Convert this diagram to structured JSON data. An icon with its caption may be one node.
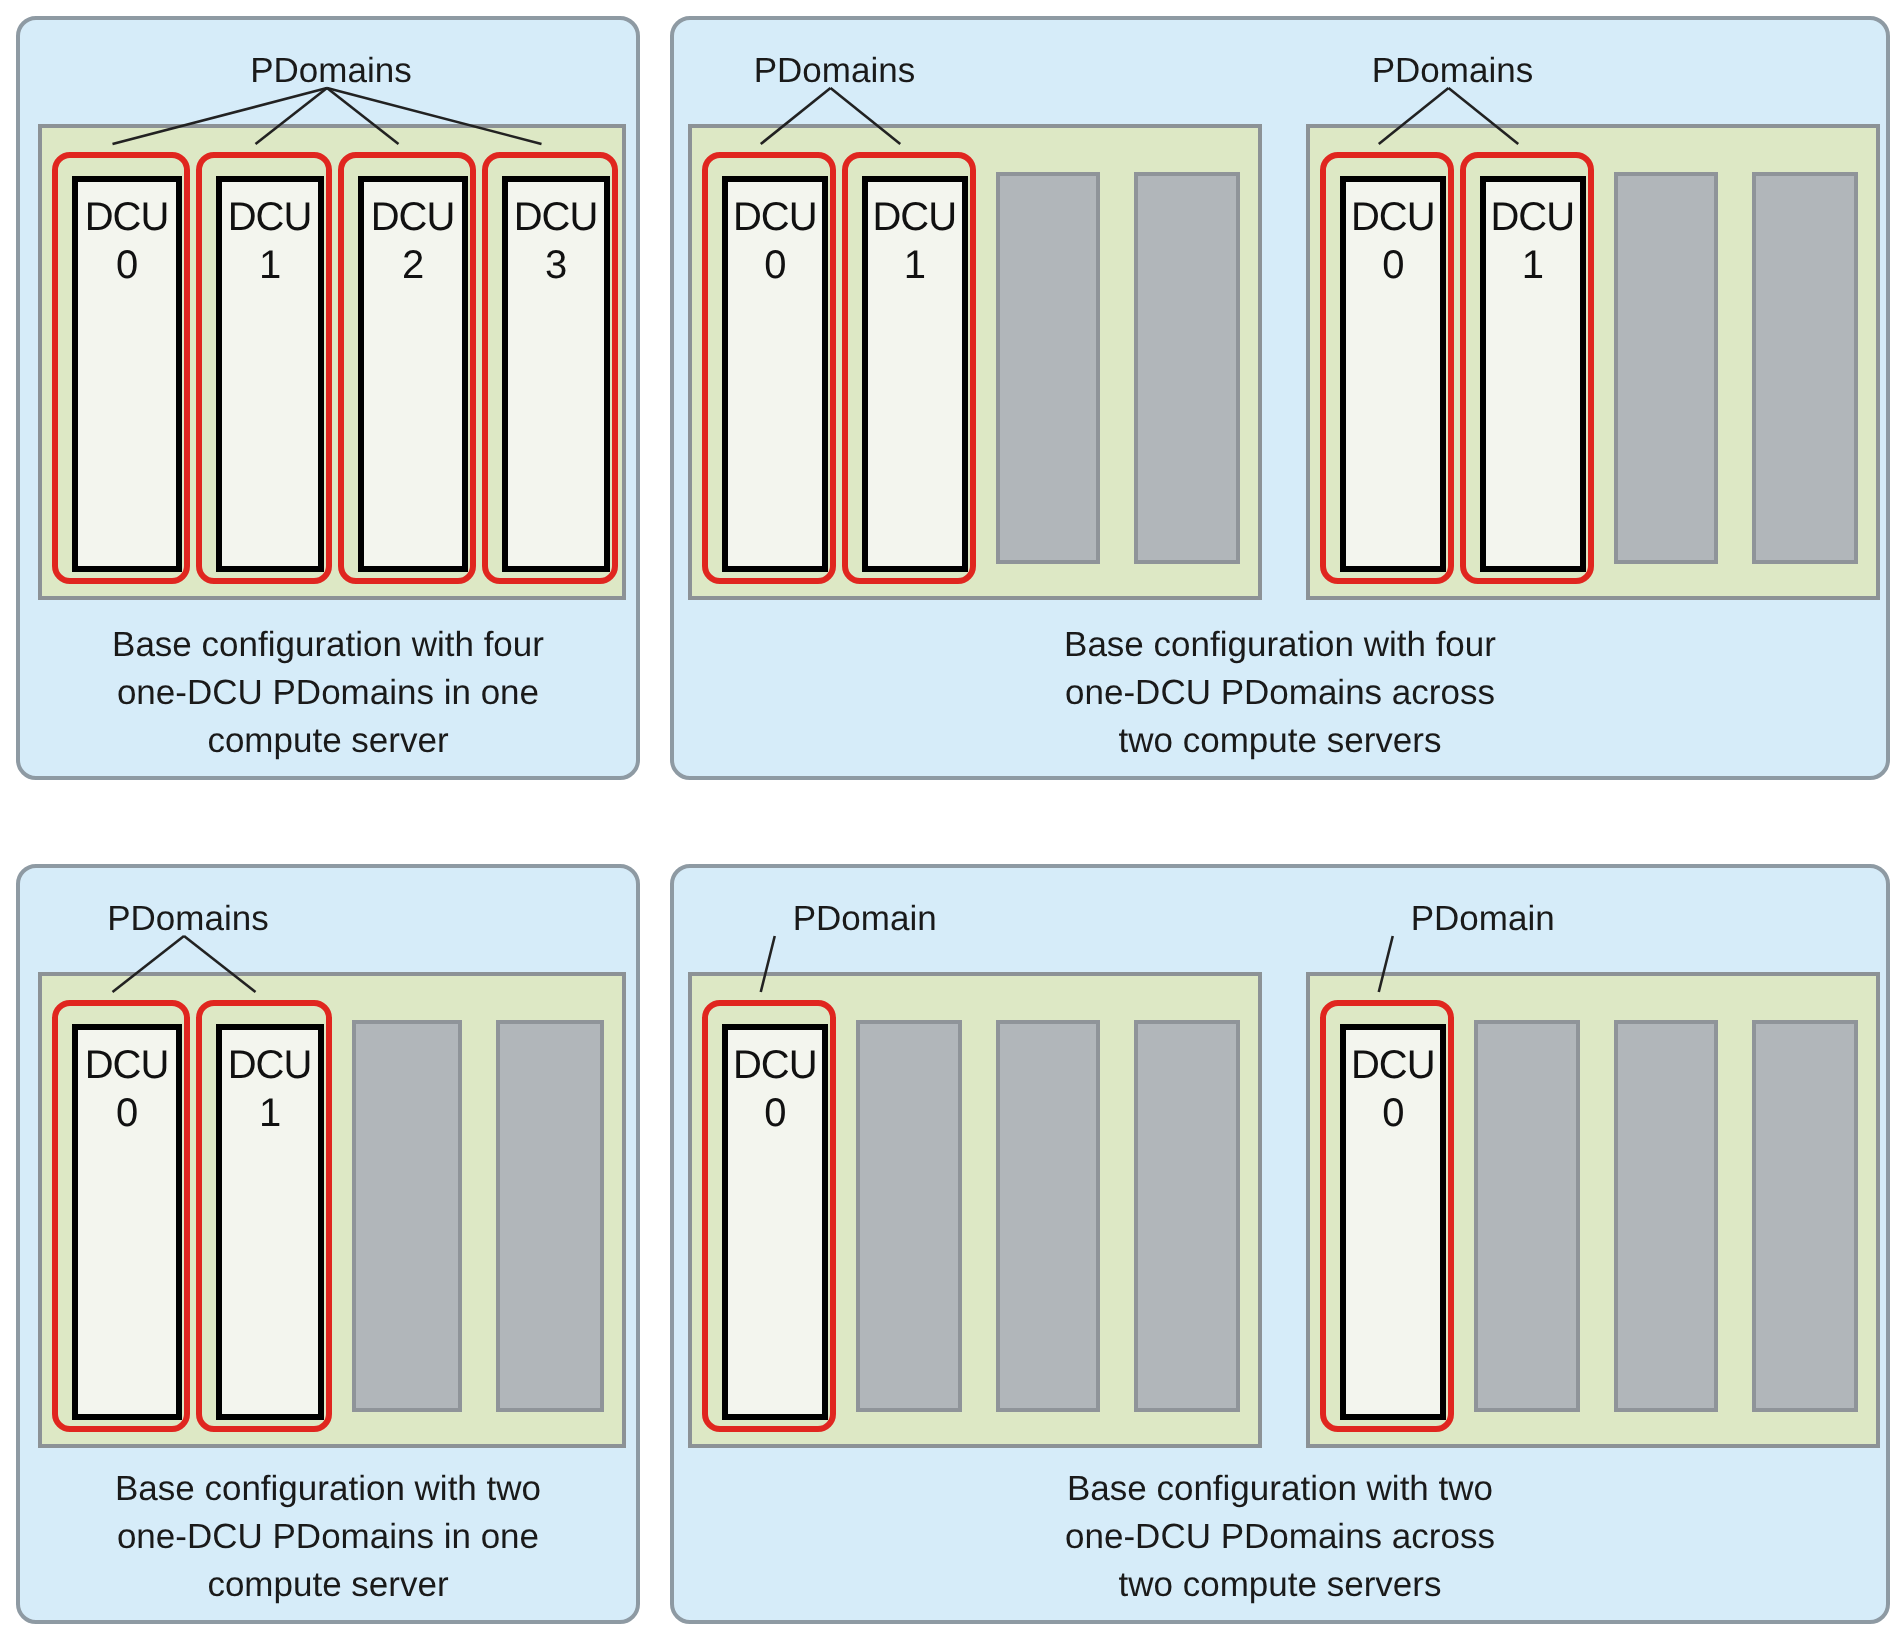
{
  "diagram": {
    "nodes": [
      {
        "text": [
          "Base configuration with four one-DCU PDomains in one compute server"
        ]
      },
      {
        "text": [
          "PDomains"
        ],
        "in": 0
      },
      {
        "text": [],
        "shape": "box",
        "in": 0
      },
      {
        "text": [],
        "shape": "box",
        "in": 2
      },
      {
        "text": [
          "DCU 0"
        ],
        "in": 3
      },
      {
        "text": [],
        "shape": "box",
        "in": 2
      },
      {
        "text": [
          "DCU 1"
        ],
        "in": 5
      },
      {
        "text": [],
        "shape": "box",
        "in": 2
      },
      {
        "text": [
          "DCU 2"
        ],
        "in": 7
      },
      {
        "text": [],
        "shape": "box",
        "in": 2
      },
      {
        "text": [
          "DCU 3"
        ],
        "in": 9
      },
      {
        "text": [
          "Base configuration with four one-DCU PDomains across two compute servers"
        ]
      },
      {
        "text": [
          "PDomains"
        ],
        "in": 11
      },
      {
        "text": [],
        "shape": "box",
        "in": 11
      },
      {
        "text": [],
        "shape": "box",
        "in": 13
      },
      {
        "text": [
          "DCU 0"
        ],
        "in": 14
      },
      {
        "text": [],
        "shape": "box",
        "in": 13
      },
      {
        "text": [
          "DCU 1"
        ],
        "in": 16
      },
      {
        "text": [],
        "shape": "bar",
        "in": 13
      },
      {
        "text": [],
        "shape": "bar",
        "in": 13
      },
      {
        "text": [
          "PDomains"
        ],
        "in": 11
      },
      {
        "text": [],
        "shape": "box",
        "in": 11
      },
      {
        "text": [],
        "shape": "box",
        "in": 21
      },
      {
        "text": [
          "DCU 0"
        ],
        "in": 22
      },
      {
        "text": [],
        "shape": "box",
        "in": 21
      },
      {
        "text": [
          "DCU 1"
        ],
        "in": 24
      },
      {
        "text": [],
        "shape": "bar",
        "in": 21
      },
      {
        "text": [],
        "shape": "bar",
        "in": 21
      },
      {
        "text": [
          "Base configuration with two one-DCU PDomains in one compute server"
        ]
      },
      {
        "text": [
          "PDomains"
        ],
        "in": 28
      },
      {
        "text": [],
        "shape": "box",
        "in": 28
      },
      {
        "text": [],
        "shape": "box",
        "in": 30
      },
      {
        "text": [
          "DCU 0"
        ],
        "in": 31
      },
      {
        "text": [],
        "shape": "box",
        "in": 30
      },
      {
        "text": [
          "DCU 1"
        ],
        "in": 33
      },
      {
        "text": [],
        "shape": "bar",
        "in": 30
      },
      {
        "text": [],
        "shape": "bar",
        "in": 30
      },
      {
        "text": [
          "Base configuration with two one-DCU PDomains across two compute servers"
        ]
      },
      {
        "text": [
          "PDomain"
        ],
        "in": 37
      },
      {
        "text": [],
        "shape": "box",
        "in": 37
      },
      {
        "text": [],
        "shape": "box",
        "in": 39
      },
      {
        "text": [
          "DCU 0"
        ],
        "in": 40
      },
      {
        "text": [],
        "shape": "bar",
        "in": 39
      },
      {
        "text": [],
        "shape": "bar",
        "in": 39
      },
      {
        "text": [],
        "shape": "bar",
        "in": 39
      },
      {
        "text": [
          "PDomain"
        ],
        "in": 37
      },
      {
        "text": [],
        "shape": "box",
        "in": 37
      },
      {
        "text": [],
        "shape": "box",
        "in": 46
      },
      {
        "text": [
          "DCU 0"
        ],
        "in": 47
      },
      {
        "text": [],
        "shape": "bar",
        "in": 46
      },
      {
        "text": [],
        "shape": "bar",
        "in": 46
      },
      {
        "text": [],
        "shape": "bar",
        "in": 46
      }
    ],
    "edges": [
      {
        "from": 1,
        "to": 3,
        "arrow": "none"
      },
      {
        "from": 1,
        "to": 5,
        "arrow": "none"
      },
      {
        "from": 1,
        "to": 7,
        "arrow": "none"
      },
      {
        "from": 1,
        "to": 9,
        "arrow": "none"
      },
      {
        "from": 12,
        "to": 14,
        "arrow": "none"
      },
      {
        "from": 12,
        "to": 16,
        "arrow": "none"
      },
      {
        "from": 20,
        "to": 22,
        "arrow": "none"
      },
      {
        "from": 20,
        "to": 24,
        "arrow": "none"
      },
      {
        "from": 29,
        "to": 31,
        "arrow": "none"
      },
      {
        "from": 29,
        "to": 33,
        "arrow": "none"
      },
      {
        "from": 38,
        "to": 40,
        "arrow": "none"
      },
      {
        "from": 45,
        "to": 47,
        "arrow": "none"
      }
    ]
  }
}
